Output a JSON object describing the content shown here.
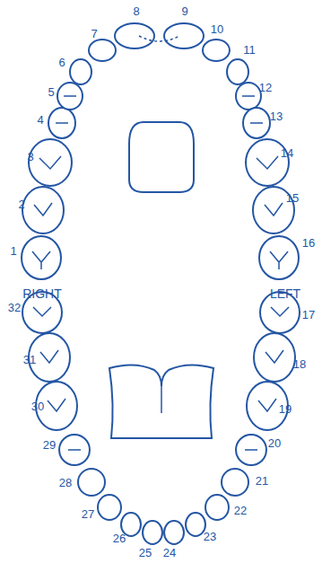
{
  "diagram": {
    "labels": [
      "1",
      "2",
      "3",
      "4",
      "5",
      "6",
      "7",
      "8",
      "9",
      "10",
      "11",
      "12",
      "13",
      "14",
      "15",
      "16",
      "17",
      "18",
      "19",
      "20",
      "21",
      "22",
      "23",
      "24",
      "25",
      "26",
      "27",
      "28",
      "29",
      "30",
      "31",
      "32",
      "RIGHT",
      "LEFT"
    ]
  }
}
